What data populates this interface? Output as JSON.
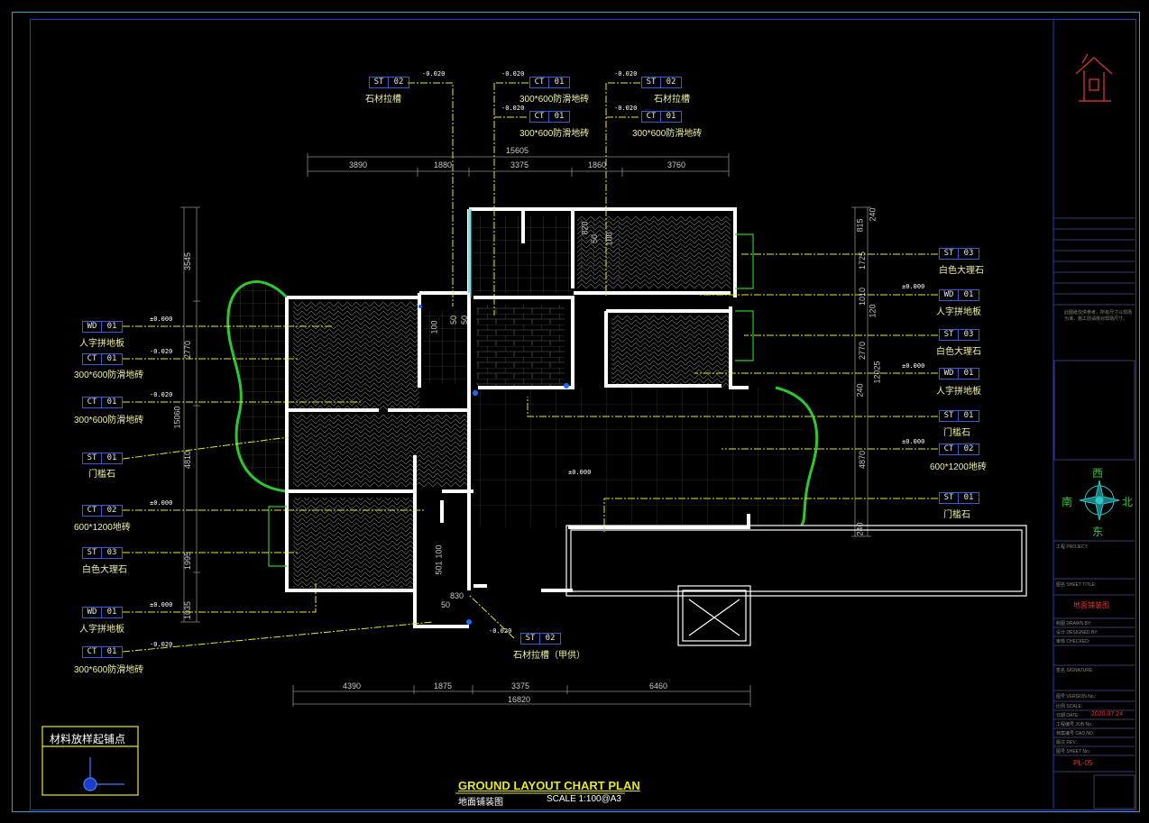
{
  "top_tags": [
    {
      "code": "ST",
      "num": "02",
      "level": "-0.020",
      "desc": "石材拉槽"
    },
    {
      "code": "CT",
      "num": "01",
      "level": "-0.020",
      "desc": "300*600防滑地砖"
    },
    {
      "code": "ST",
      "num": "02",
      "level": "-0.020",
      "desc": "石材拉槽"
    },
    {
      "code": "CT",
      "num": "01",
      "level": "-0.020",
      "desc": "300*600防滑地砖"
    },
    {
      "code": "CT",
      "num": "01",
      "level": "-0.020",
      "desc": "300*600防滑地砖"
    }
  ],
  "left_tags": [
    {
      "code": "WD",
      "num": "01",
      "level": "±0.000",
      "desc": "人字拼地板"
    },
    {
      "code": "CT",
      "num": "01",
      "level": "-0.020",
      "desc": "300*600防滑地砖"
    },
    {
      "code": "CT",
      "num": "01",
      "level": "-0.020",
      "desc": "300*600防滑地砖"
    },
    {
      "code": "ST",
      "num": "01",
      "level": "",
      "desc": "门槛石"
    },
    {
      "code": "CT",
      "num": "02",
      "level": "±0.000",
      "desc": "600*1200地砖"
    },
    {
      "code": "ST",
      "num": "03",
      "level": "",
      "desc": "白色大理石"
    },
    {
      "code": "WD",
      "num": "01",
      "level": "±0.000",
      "desc": "人字拼地板"
    },
    {
      "code": "CT",
      "num": "01",
      "level": "-0.020",
      "desc": "300*600防滑地砖"
    }
  ],
  "right_tags": [
    {
      "code": "ST",
      "num": "03",
      "level": "",
      "desc": "白色大理石"
    },
    {
      "code": "WD",
      "num": "01",
      "level": "±0.000",
      "desc": "人字拼地板"
    },
    {
      "code": "ST",
      "num": "03",
      "level": "",
      "desc": "白色大理石"
    },
    {
      "code": "WD",
      "num": "01",
      "level": "±0.000",
      "desc": "人字拼地板"
    },
    {
      "code": "ST",
      "num": "01",
      "level": "",
      "desc": "门槛石"
    },
    {
      "code": "CT",
      "num": "02",
      "level": "±0.000",
      "desc": "600*1200地砖"
    },
    {
      "code": "ST",
      "num": "01",
      "level": "",
      "desc": "门槛石"
    }
  ],
  "bottom_tag": {
    "code": "ST",
    "num": "02",
    "level": "-0.020",
    "desc": "石材拉槽（甲供）"
  },
  "center_level": "±0.000",
  "dims_top": {
    "total": "15605",
    "parts": [
      "3890",
      "1880",
      "3375",
      "1860",
      "3760"
    ]
  },
  "dims_bottom": {
    "total": "16820",
    "parts": [
      "4390",
      "1875",
      "3375",
      "6460"
    ]
  },
  "dims_left": {
    "total": "15060",
    "parts": [
      "3545",
      "2770",
      "4810",
      "1995",
      "1035"
    ]
  },
  "dims_right": {
    "total": "12025",
    "parts": [
      "240",
      "815",
      "1725",
      "1010",
      "120",
      "2770",
      "240",
      "4870",
      "240"
    ]
  },
  "room_dims": [
    "820",
    "50",
    "100",
    "100",
    "50",
    "50",
    "501",
    "100",
    "50",
    "830"
  ],
  "legend": {
    "title": "材料放样起铺点"
  },
  "drawing_title": {
    "en": "GROUND LAYOUT CHART PLAN",
    "cn": "地面铺装图",
    "scale": "SCALE 1:100@A3"
  },
  "compass": {
    "west": "西",
    "south": "南",
    "north": "北",
    "east": "东"
  },
  "title_block": {
    "sheet_title": "地面铺装图",
    "date": "2020.07.24",
    "sheet_no": "PL-05",
    "notes": "此图纸仅供参考，所有尺寸以现场为准，施工前请核对现场尺寸。",
    "fields": [
      "工程 PROJECT:",
      "图名 SHEET TITLE:",
      "制图 DRAWN BY:",
      "设计 DESIGNED BY:",
      "审核 CHECKED:",
      "签名 SIGNATURE:",
      "图号 VERSION No.:",
      "比例 SCALE:",
      "日期 DATE:",
      "工程编号 JOB No.:",
      "档案编号 CAD NO.:",
      "版次 REV.:",
      "图号 SHEET No.:"
    ]
  },
  "colors": {
    "frame": "#1e3cc8",
    "outer": "#3aa0c8",
    "leader": "#e8e820",
    "green": "#2ec82e",
    "wall": "#ffffff",
    "tagbox": "#3b5bd6",
    "red": "#c83232"
  }
}
